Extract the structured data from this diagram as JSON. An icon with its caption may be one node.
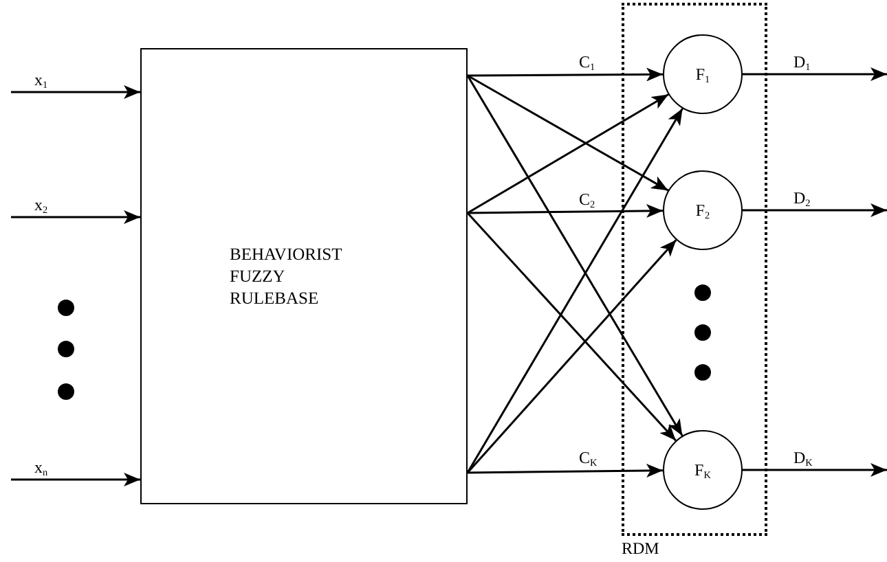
{
  "diagram": {
    "nodes": [
      {
        "text": [
          "BEHAVIORIST FUZZY RULEBASE"
        ]
      },
      {
        "text": [
          "RDM"
        ]
      },
      {
        "text": [
          "F$_{1}$"
        ],
        "in": 1
      },
      {
        "text": [
          "F$_{2}$"
        ],
        "in": 1
      },
      {
        "text": [
          "F$_{K}$"
        ],
        "in": 1
      }
    ],
    "edges": [
      {
        "from": null,
        "to": 0,
        "arrow": "to",
        "label": "x$_{1}$"
      },
      {
        "from": null,
        "to": 0,
        "arrow": "to",
        "label": "x$_{2}$"
      },
      {
        "from": null,
        "to": 0,
        "arrow": "to",
        "label": "x$_{n}$"
      },
      {
        "from": 0,
        "to": 2,
        "arrow": "to",
        "label": "C$_{1}$"
      },
      {
        "from": 0,
        "to": 3,
        "arrow": "to"
      },
      {
        "from": 0,
        "to": 4,
        "arrow": "to"
      },
      {
        "from": 0,
        "to": 2,
        "arrow": "to"
      },
      {
        "from": 0,
        "to": 3,
        "arrow": "to",
        "label": "C$_{2}$"
      },
      {
        "from": 0,
        "to": 4,
        "arrow": "to"
      },
      {
        "from": 0,
        "to": 2,
        "arrow": "to"
      },
      {
        "from": 0,
        "to": 3,
        "arrow": "to"
      },
      {
        "from": 0,
        "to": 4,
        "arrow": "to",
        "label": "C$_{K}$"
      },
      {
        "from": 2,
        "to": null,
        "arrow": "to",
        "label": "D$_{1}$"
      },
      {
        "from": 3,
        "to": null,
        "arrow": "to",
        "label": "D$_{2}$"
      },
      {
        "from": 4,
        "to": null,
        "arrow": "to",
        "label": "D$_{K}$"
      }
    ]
  }
}
